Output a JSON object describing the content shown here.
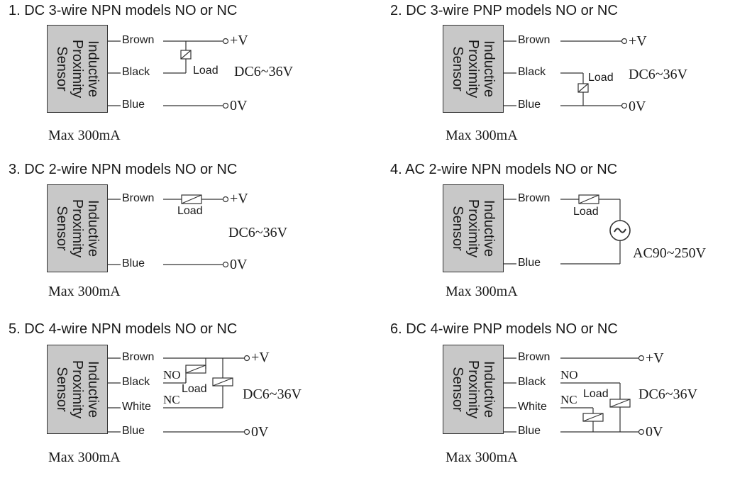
{
  "sensor_lines": [
    "Inductive",
    "Proximity",
    "Sensor"
  ],
  "wires": {
    "brown": "Brown",
    "black": "Black",
    "white": "White",
    "blue": "Blue"
  },
  "load_label": "Load",
  "terminals": {
    "positive": "+V",
    "zero": "0V"
  },
  "max_current": "Max 300mA",
  "switch_labels": {
    "no": "NO",
    "nc": "NC"
  },
  "panels": [
    {
      "title": "1. DC 3-wire NPN models NO or NC",
      "voltage": "DC6~36V"
    },
    {
      "title": "2. DC 3-wire PNP models NO or NC",
      "voltage": "DC6~36V"
    },
    {
      "title": "3. DC 2-wire NPN models NO or NC",
      "voltage": "DC6~36V"
    },
    {
      "title": "4. AC 2-wire NPN models NO or NC",
      "voltage": "AC90~250V"
    },
    {
      "title": "5. DC 4-wire NPN models NO or NC",
      "voltage": "DC6~36V"
    },
    {
      "title": "6. DC 4-wire PNP models NO or NC",
      "voltage": "DC6~36V"
    }
  ],
  "colors": {
    "sensor_fill": "#c8c8c8",
    "line": "#333333",
    "text": "#1a1a1a",
    "background": "#ffffff"
  }
}
